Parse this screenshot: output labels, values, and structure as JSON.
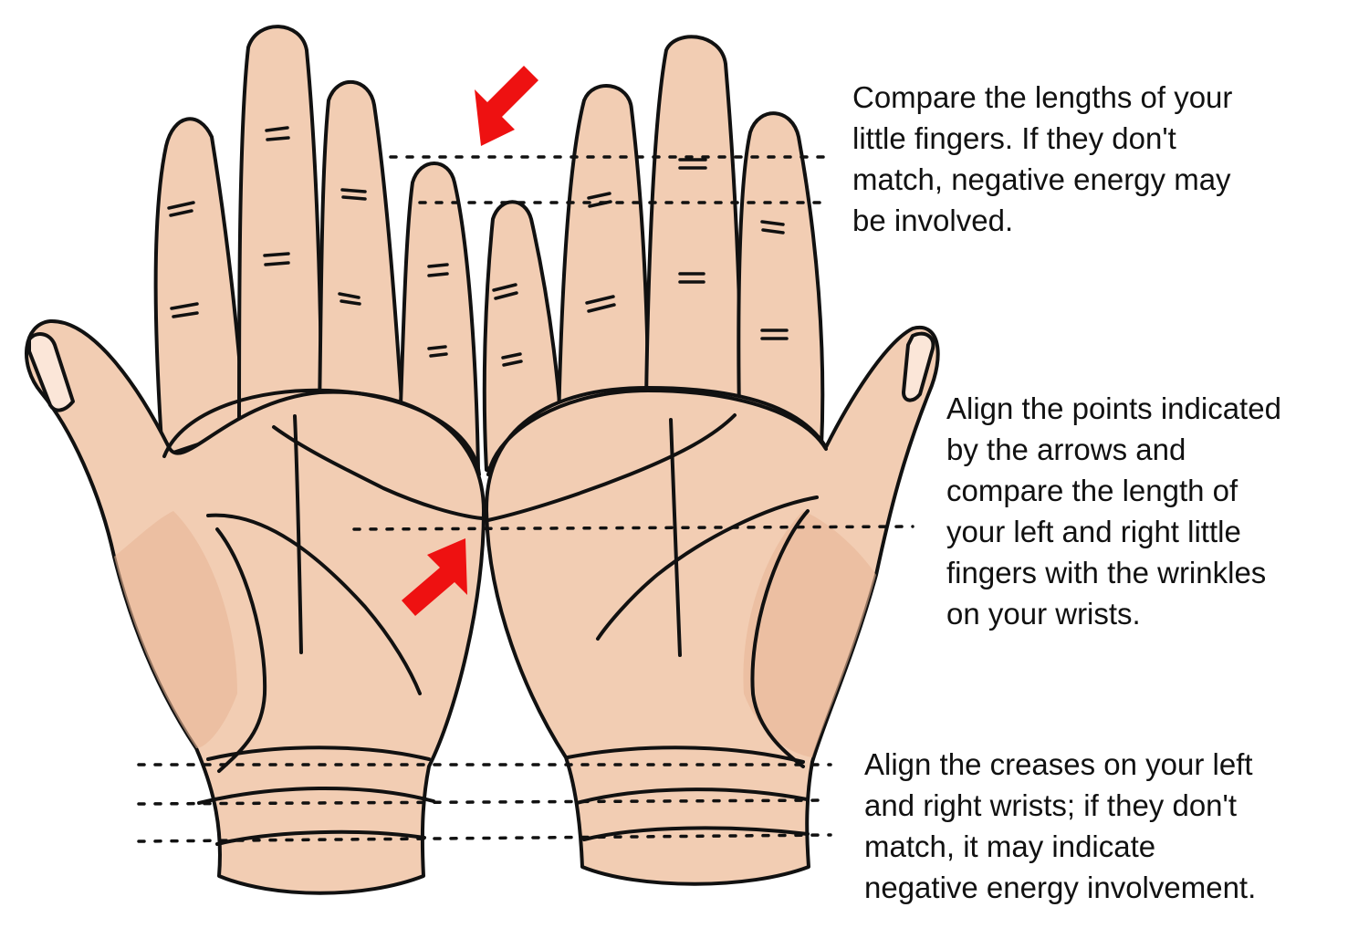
{
  "captions": {
    "finger_length": "Compare the lengths of your\nlittle fingers. If they don't\nmatch, negative energy may\nbe involved.",
    "arrow_points": "Align the points indicated\nby the arrows and\ncompare the length of\nyour left and right little\nfingers with the wrinkles\non your wrists.",
    "wrist_creases": "Align the creases on your left\nand right wrists; if they don't\nmatch, it may indicate\nnegative energy involvement."
  },
  "colors": {
    "skin": "#f2cdb3",
    "skin_shade": "#e8b596",
    "outline": "#111111",
    "arrow": "#ee1111",
    "text": "#111111"
  }
}
